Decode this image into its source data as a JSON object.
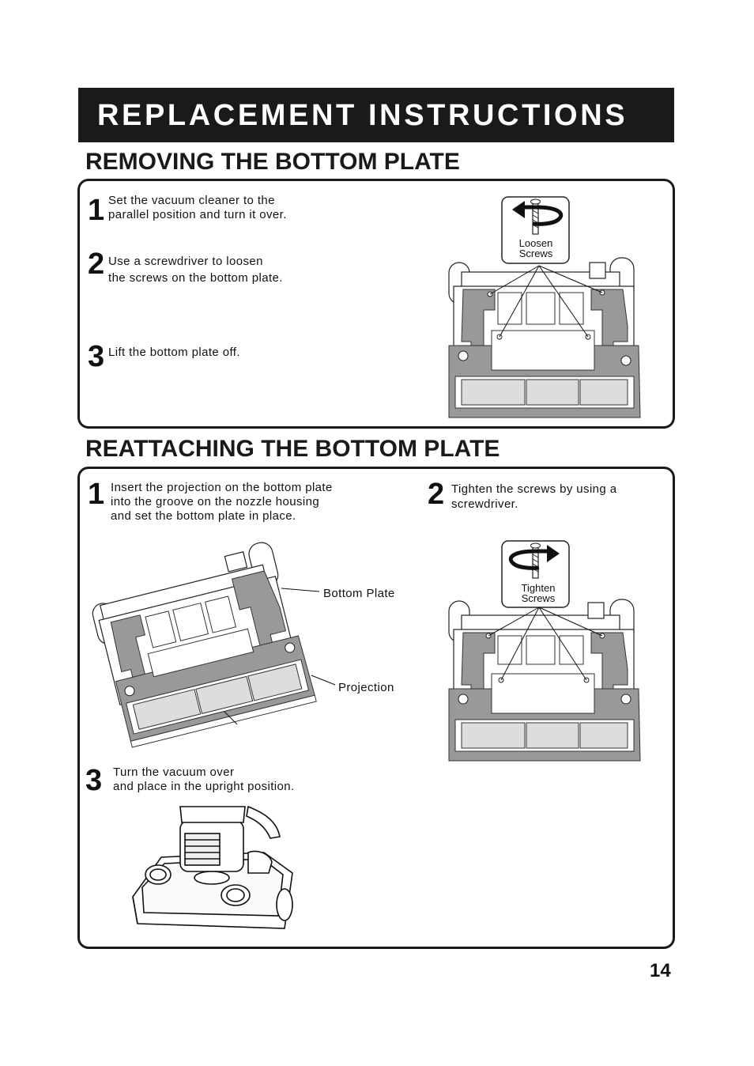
{
  "page_title": "REPLACEMENT  INSTRUCTIONS",
  "page_number": "14",
  "removing": {
    "title": "REMOVING THE BOTTOM PLATE",
    "steps": [
      {
        "number": "1",
        "lines": [
          "Set the vacuum cleaner to the",
          "parallel position and turn it over."
        ]
      },
      {
        "number": "2",
        "lines": [
          "Use a screwdriver to loosen",
          "the screws on the bottom plate."
        ]
      },
      {
        "number": "3",
        "lines": [
          "Lift the bottom plate off."
        ]
      }
    ],
    "icon_caption": [
      "Loosen",
      "Screws"
    ],
    "icon": "counterclockwise-screw-icon"
  },
  "reattaching": {
    "title": "REATTACHING THE BOTTOM PLATE",
    "steps": [
      {
        "number": "1",
        "lines": [
          "Insert the projection on the bottom plate",
          "into the groove on the nozzle housing",
          "and set the bottom  plate  in place."
        ]
      },
      {
        "number": "2",
        "lines": [
          "Tighten the screws by using a",
          "screwdriver."
        ]
      },
      {
        "number": "3",
        "lines": [
          "Turn the vacuum over",
          "and place in the upright position."
        ]
      }
    ],
    "labels": {
      "bottom_plate": "Bottom Plate",
      "projection": "Projection"
    },
    "icon_caption": [
      "Tighten",
      "Screws"
    ],
    "icon": "clockwise-screw-icon"
  }
}
